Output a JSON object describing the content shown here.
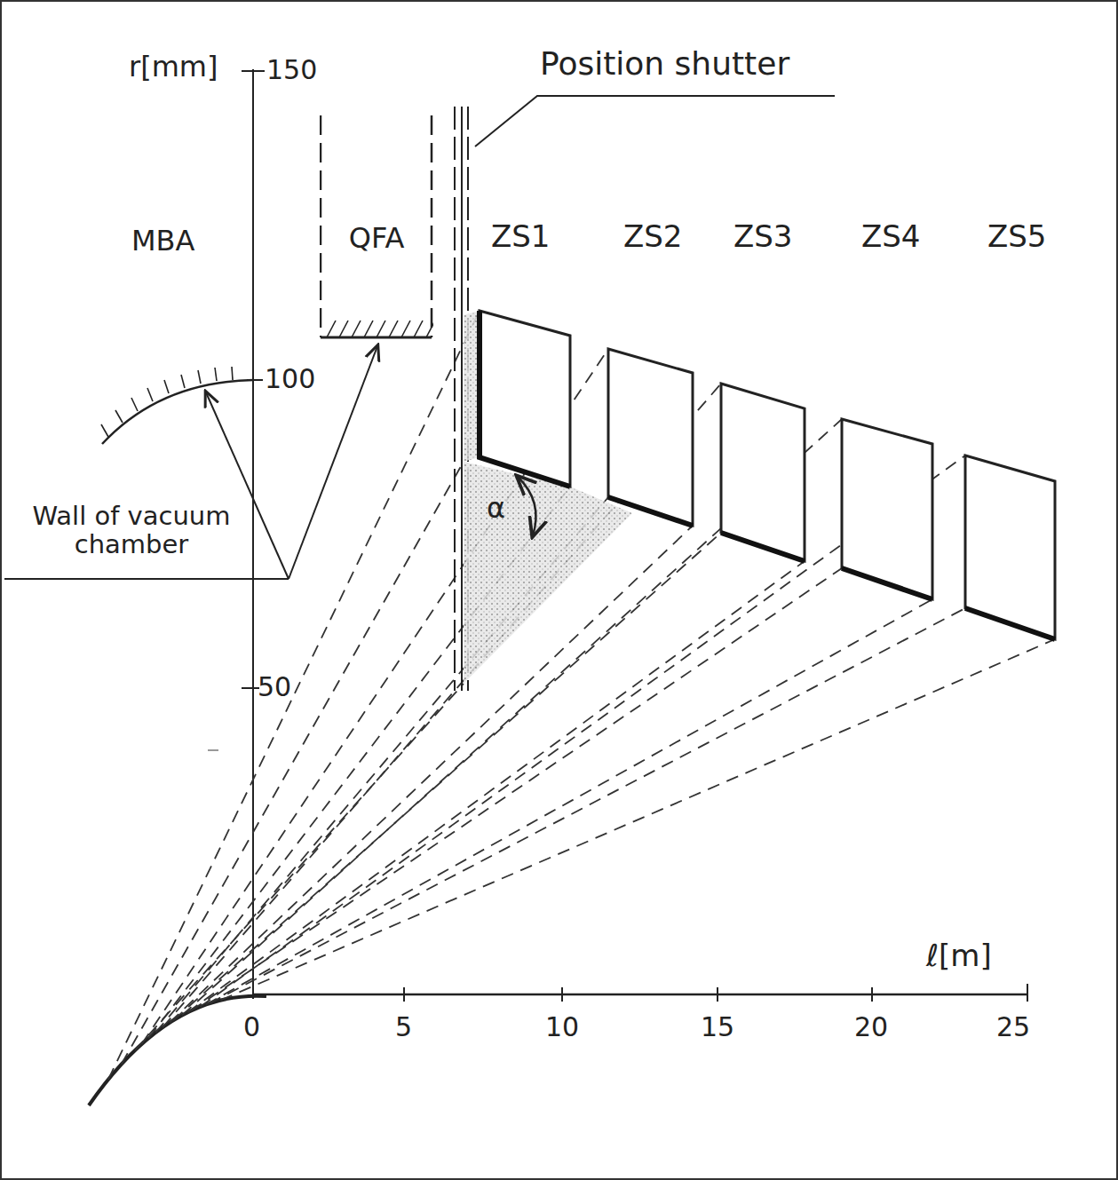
{
  "diagram": {
    "nodes": [
      {
        "text": [
          "QFA"
        ]
      }
    ],
    "labels": [
      "r[mm]",
      "150",
      "100",
      "50",
      "MBA",
      "Position shutter",
      "ZS1",
      "ZS2",
      "ZS3",
      "ZS4",
      "ZS5",
      "Wall of vacuum chamber",
      "α",
      "ℓ[m]",
      "0",
      "5",
      "10",
      "15",
      "20",
      "25"
    ]
  }
}
